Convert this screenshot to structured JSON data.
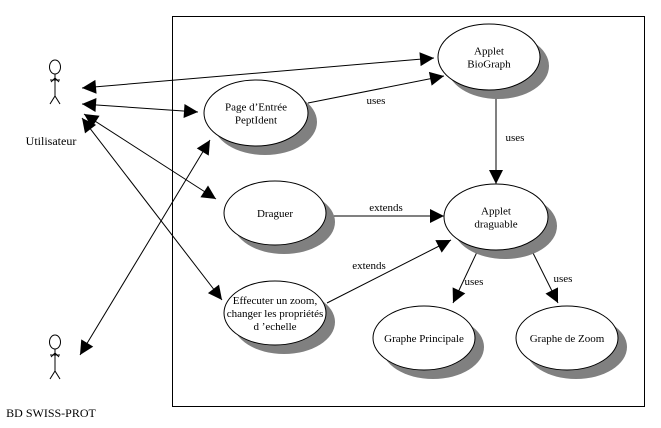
{
  "diagram": {
    "type": "UML use case diagram",
    "actors": [
      {
        "id": "utilisateur",
        "label": "Utilisateur"
      },
      {
        "id": "bd-swiss-prot",
        "label": "BD SWISS-PROT"
      }
    ],
    "use_cases": [
      {
        "id": "applet-biograph",
        "lines": [
          "Applet",
          "BioGraph"
        ]
      },
      {
        "id": "page-entree",
        "lines": [
          "Page d’Entrée",
          "PeptIdent"
        ]
      },
      {
        "id": "draguer",
        "lines": [
          "Draguer"
        ]
      },
      {
        "id": "applet-draguable",
        "lines": [
          "Applet",
          "draguable"
        ]
      },
      {
        "id": "effectuer-zoom",
        "lines": [
          "Effecuter un zoom,",
          "changer les propriétés",
          "d ’echelle"
        ]
      },
      {
        "id": "graphe-principale",
        "lines": [
          "Graphe Principale"
        ]
      },
      {
        "id": "graphe-zoom",
        "lines": [
          "Graphe de Zoom"
        ]
      }
    ],
    "relations": [
      {
        "from": "utilisateur",
        "to": "applet-biograph",
        "label": "",
        "arrows": "both"
      },
      {
        "from": "utilisateur",
        "to": "page-entree",
        "label": "",
        "arrows": "both"
      },
      {
        "from": "utilisateur",
        "to": "draguer",
        "label": "",
        "arrows": "both"
      },
      {
        "from": "utilisateur",
        "to": "effectuer-zoom",
        "label": "",
        "arrows": "both"
      },
      {
        "from": "bd-swiss-prot",
        "to": "page-entree",
        "label": "",
        "arrows": "both"
      },
      {
        "from": "page-entree",
        "to": "applet-biograph",
        "label": "uses",
        "arrows": "end"
      },
      {
        "from": "applet-biograph",
        "to": "applet-draguable",
        "label": "uses",
        "arrows": "end"
      },
      {
        "from": "draguer",
        "to": "applet-draguable",
        "label": "extends",
        "arrows": "end"
      },
      {
        "from": "effectuer-zoom",
        "to": "applet-draguable",
        "label": "extends",
        "arrows": "end"
      },
      {
        "from": "applet-draguable",
        "to": "graphe-principale",
        "label": "uses",
        "arrows": "end"
      },
      {
        "from": "applet-draguable",
        "to": "graphe-zoom",
        "label": "uses",
        "arrows": "end"
      }
    ]
  }
}
